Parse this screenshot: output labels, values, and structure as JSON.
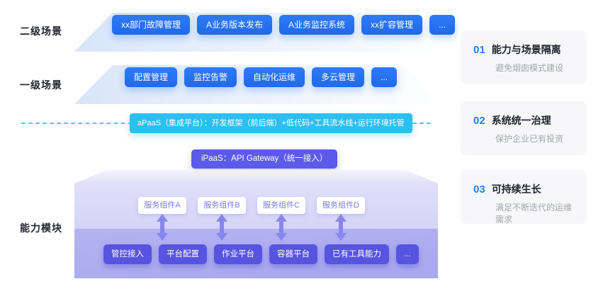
{
  "labels": {
    "secondary_scenario": "二级场景",
    "primary_scenario": "一级场景",
    "capability_module": "能力模块"
  },
  "scenario_level2": {
    "items": [
      "xx部门故障管理",
      "A业务版本发布",
      "A业务监控系统",
      "xx扩容管理",
      "..."
    ]
  },
  "scenario_level1": {
    "items": [
      "配置管理",
      "监控告警",
      "自动化运维",
      "多云管理",
      "..."
    ]
  },
  "apaas_banner": {
    "label": "aPaaS（集成平台）：开发框架（前后端）+低代码+工具流水线+运行环境托管"
  },
  "ipaas_bar": {
    "label": "iPaaS：API Gateway（统一接入）"
  },
  "capability_box": {
    "components": [
      "服务组件A",
      "服务组件B",
      "服务组件C",
      "服务组件D"
    ],
    "platforms": [
      "管控接入",
      "平台配置",
      "作业平台",
      "容器平台",
      "已有工具能力",
      "..."
    ]
  },
  "benefit_cards": [
    {
      "number": "01",
      "title": "能力与场景隔离",
      "subtitle": "避免烟囱模式建设"
    },
    {
      "number": "02",
      "title": "系统统一治理",
      "subtitle": "保护企业已有投资"
    },
    {
      "number": "03",
      "title": "可持续生长",
      "subtitle": "满足不断迭代的运维需求"
    }
  ],
  "colors": {
    "scenario_chip": "#2472f0",
    "apaas_banner": "#2cbff0",
    "ipaas_bar": "#5b5ae9",
    "platform_chip": "#5754df",
    "box_band": "#adacef",
    "box_front": "#dbdaf8",
    "benefit_number": "#2b7cf6",
    "dashed_line": "#54c8f6"
  }
}
